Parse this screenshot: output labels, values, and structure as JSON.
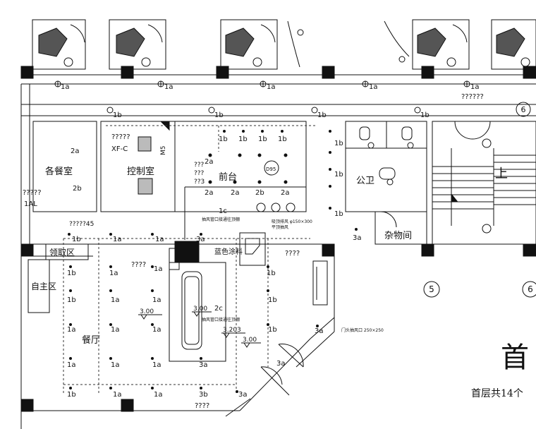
{
  "rooms": {
    "dining_prep": "各餐室",
    "control_room": "控制室",
    "front_desk": "前台",
    "public_toilet": "公卫",
    "storage": "杂物间",
    "pickup_area": "领取区",
    "self_service": "自主区",
    "restaurant": "餐厅",
    "stair_up": "上"
  },
  "labels": {
    "unknown_top_right": "??????",
    "unknown_ctrl": "?????",
    "xf_code": "XF-C",
    "m5": "M5",
    "unknown_1al": "?????",
    "al_code": "1AL",
    "unknown_45": "?????45",
    "unknown_1": "???",
    "unknown_2": "???",
    "unknown_3": "??3",
    "unknown_mid": "????",
    "unknown_4": "????",
    "unknown_bottom": "????",
    "blue_coating": "蓝色涂料",
    "d95": "D95",
    "note_pipe1": "抽风管口接通往顶棚",
    "note_pipe2": "抽风管口接通往顶棚",
    "note_fan": "吸顶排风 φ150×300",
    "note_fan2": "平顶抽风",
    "note_door": "门头抽风口 250×250",
    "floor_title_big": "首",
    "floor_note": "首层共14个",
    "axis_5": "5",
    "axis_6": "6",
    "axis_6_top": "6"
  },
  "fixtures": {
    "la": "1a",
    "lb": "1b",
    "lc": "1c",
    "la2": "2a",
    "lb2": "2b",
    "lc2": "2c",
    "la3": "3a",
    "lb3": "3b",
    "height1": "3.00",
    "height2": "3.00",
    "height3": "3.203",
    "height4": "3.00"
  }
}
